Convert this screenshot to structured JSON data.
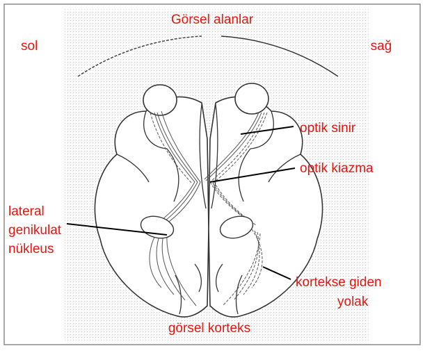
{
  "labels": {
    "title": "Görsel alanlar",
    "left": "sol",
    "right": "sağ",
    "optic_nerve": "optik sinir",
    "optic_chiasm": "optik kiazma",
    "lgn_line1": "lateral",
    "lgn_line2": "genikulat",
    "lgn_line3": "nükleus",
    "pathway_line1": "kortekse giden",
    "pathway_line2": "yolak",
    "cortex": "görsel korteks"
  },
  "colors": {
    "label_text": "#e8140e",
    "outline": "#333333",
    "frame": "#8a8a8a",
    "dot_background": "#c9c9c9"
  }
}
